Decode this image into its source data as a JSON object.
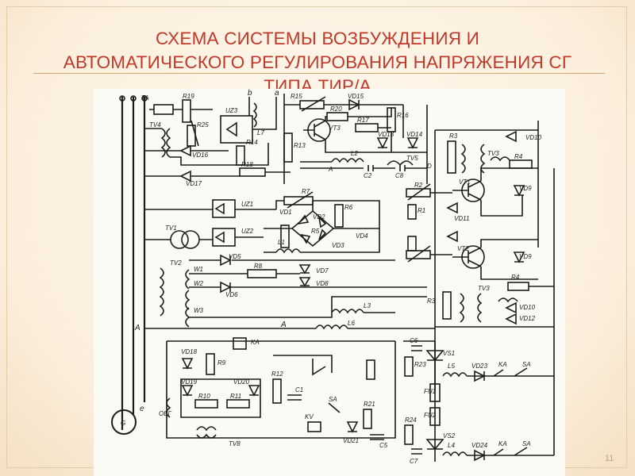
{
  "slide": {
    "title": "СХЕМА СИСТЕМЫ ВОЗБУЖДЕНИЯ И\nАВТОМАТИЧЕСКОГО РЕГУЛИРОВАНИЯ НАПРЯЖЕНИЯ СГ\nТИПА ТИР/А",
    "page_number": "11"
  },
  "colors": {
    "title": "#c0392b",
    "ink": "#1c1c1c",
    "paper": "#fbfbf6"
  },
  "schematic": {
    "terminals": [
      "a",
      "b",
      "A",
      "A",
      "e"
    ],
    "labels": [
      "TA",
      "R19",
      "UZ3",
      "L7",
      "R15",
      "VD15",
      "R20",
      "VT3",
      "R16",
      "R17",
      "TV4",
      "R25",
      "R14",
      "R13",
      "VD13",
      "VD14",
      "L2",
      "TV5",
      "A",
      "C2",
      "C8",
      "D",
      "VD16",
      "VD17",
      "R18",
      "R3",
      "VT1",
      "VD9",
      "R2",
      "TV3",
      "R4",
      "VD10",
      "VD11",
      "R1",
      "UZ1",
      "R7",
      "R6",
      "VD1",
      "VD2",
      "R5",
      "VD4",
      "VD3",
      "TV1",
      "UZ2",
      "L1",
      "VT2",
      "VD9",
      "TV2",
      "VD5",
      "W1",
      "W2",
      "W3",
      "R8",
      "VD6",
      "VD7",
      "VD8",
      "R3",
      "TV3",
      "R4",
      "VD10",
      "VD12",
      "L3",
      "L6",
      "KA",
      "VD18",
      "R9",
      "C6",
      "VS1",
      "R23",
      "L5",
      "VD23",
      "KA",
      "SA",
      "VD19",
      "VD20",
      "R10",
      "R11",
      "R12",
      "C1",
      "FU1",
      "ОВГ",
      "FU2",
      "SA",
      "R21",
      "R24",
      "KV",
      "VD21",
      "C5",
      "C7",
      "VS2",
      "L4",
      "VD24",
      "KA",
      "SA",
      "TV8",
      "G"
    ]
  }
}
